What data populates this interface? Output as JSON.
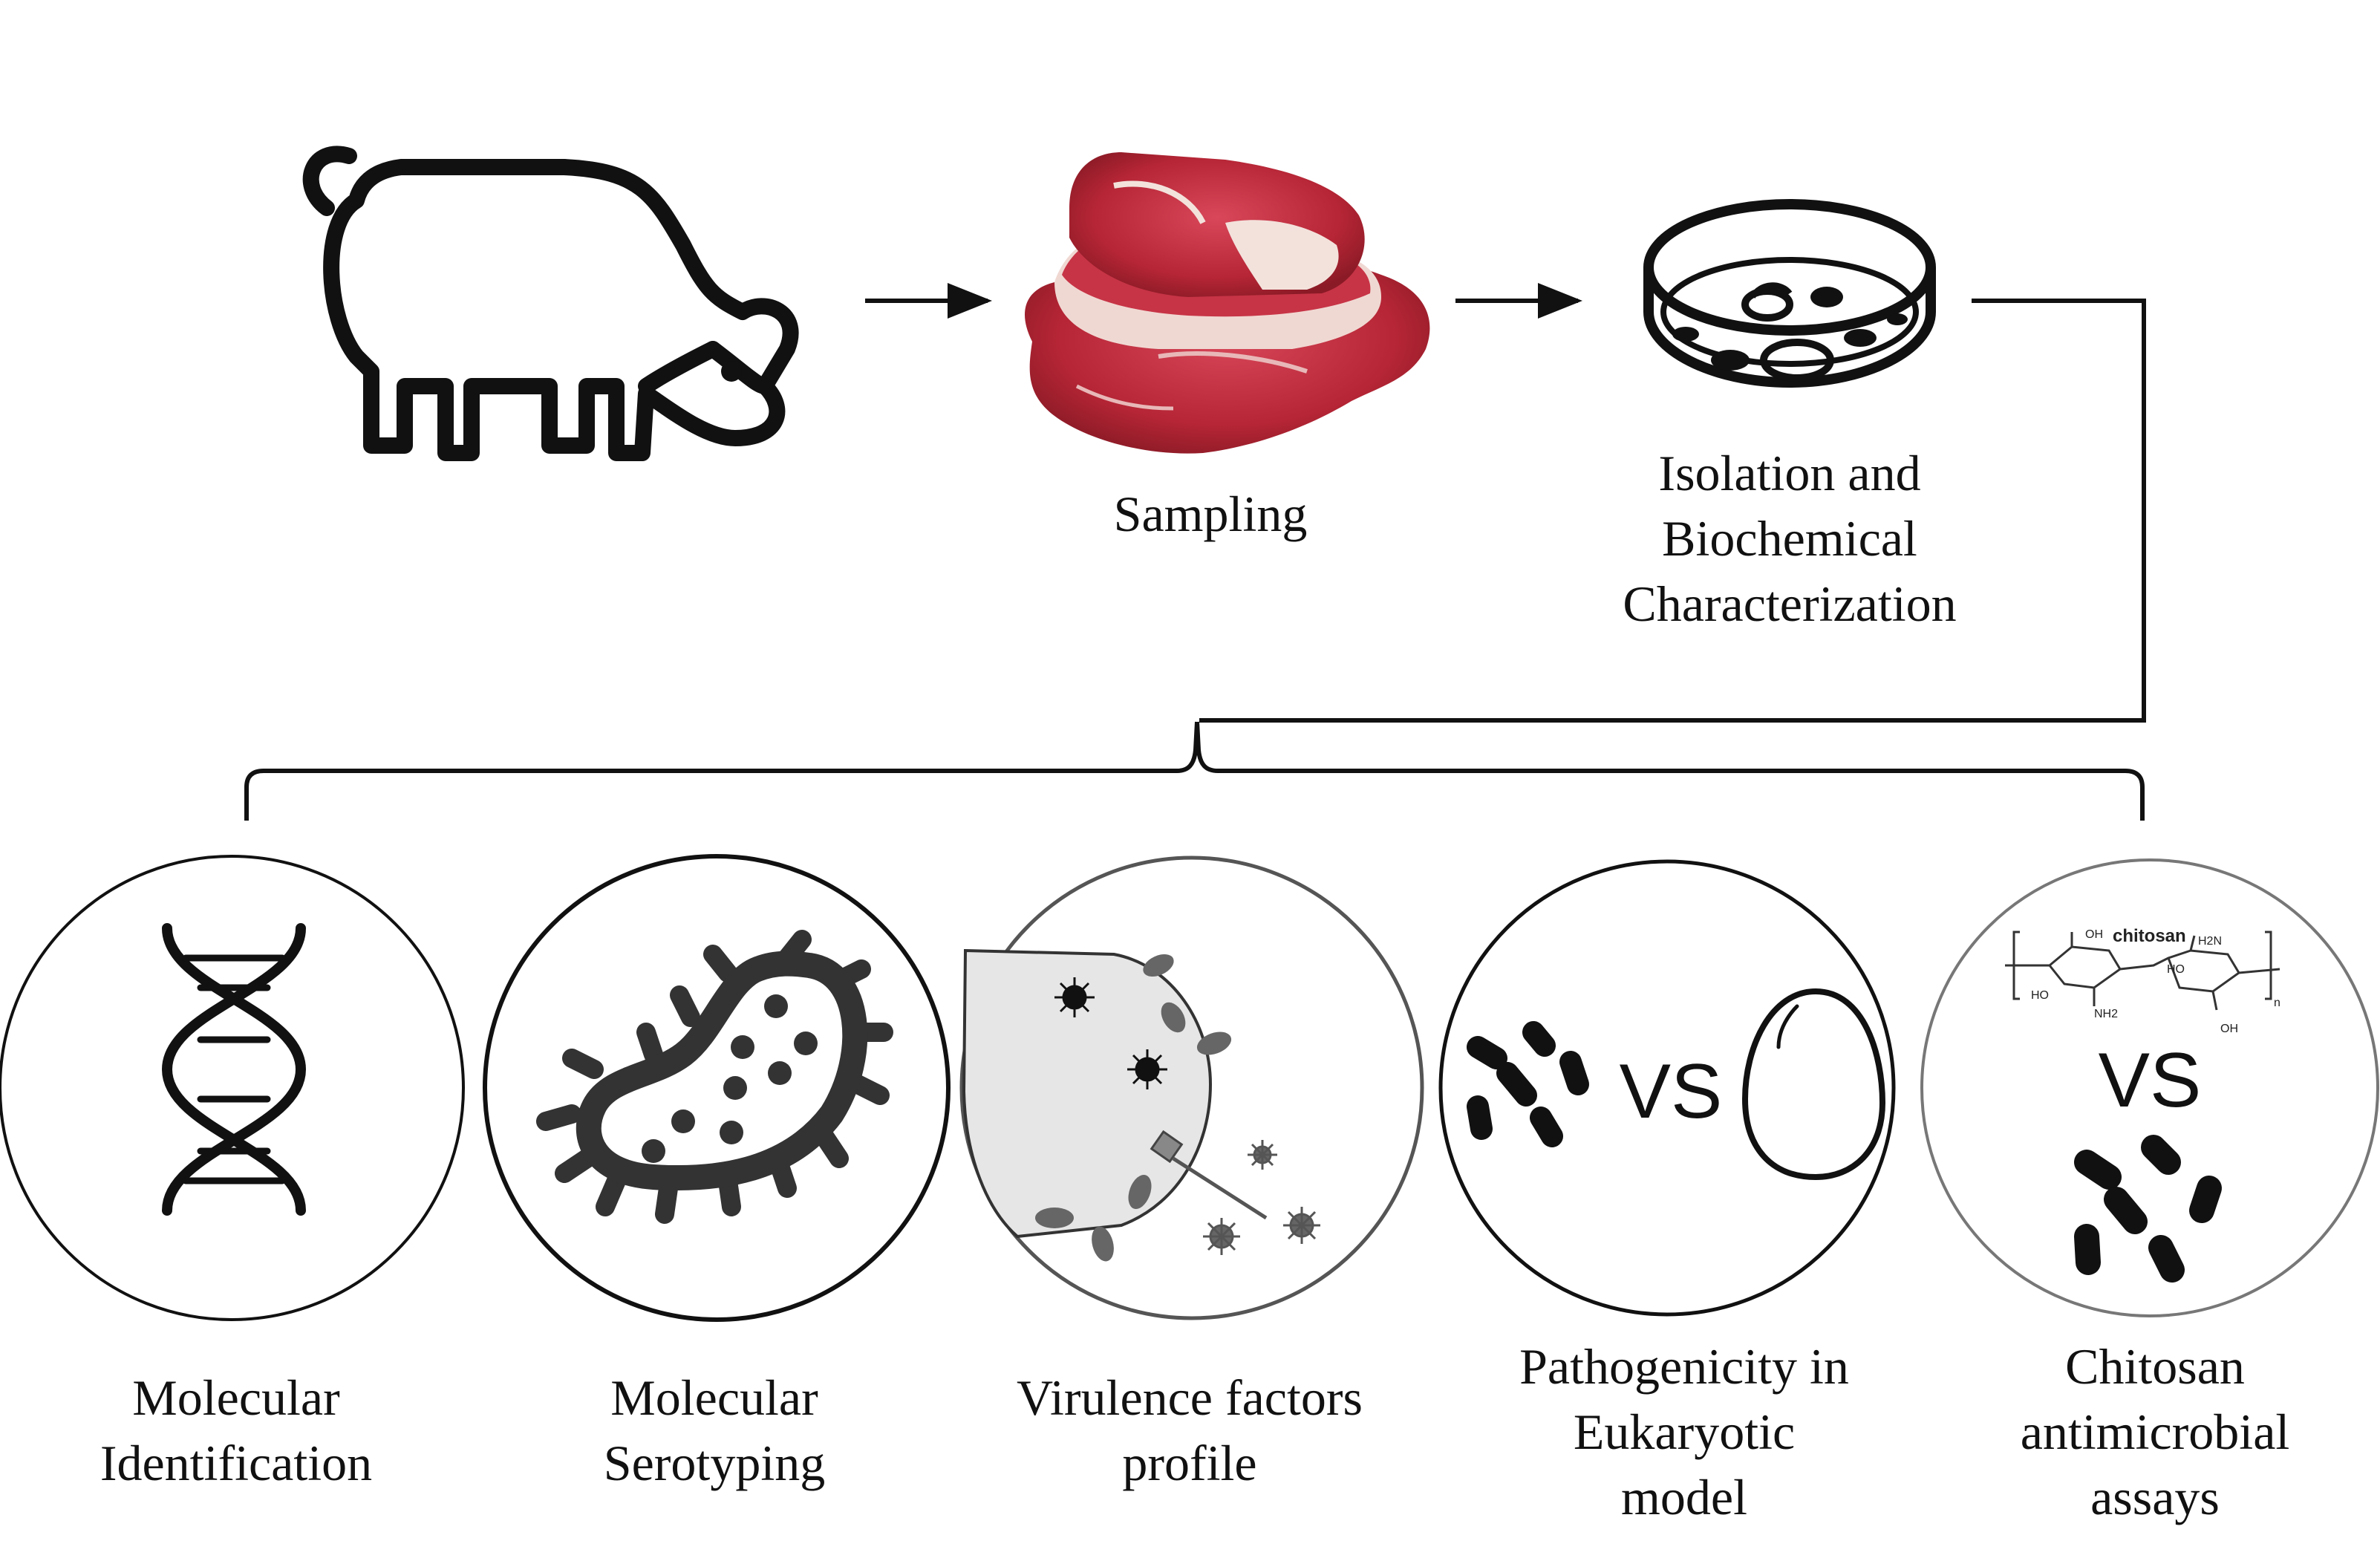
{
  "steps": {
    "sampling": "Sampling",
    "isolation_line1": "Isolation and",
    "isolation_line2": "Biochemical",
    "isolation_line3": "Characterization"
  },
  "analyses": [
    {
      "line1": "Molecular",
      "line2": "Identification",
      "icon": "dna-icon"
    },
    {
      "line1": "Molecular",
      "line2": "Serotyping",
      "icon": "bacterium-icon"
    },
    {
      "line1": "Virulence factors",
      "line2": "profile",
      "icon": "cell-infection-icon"
    },
    {
      "line1": "Pathogenicity in",
      "line2": "Eukaryotic",
      "line3": "model",
      "icon": "bacteria-vs-egg-icon"
    },
    {
      "line1": "Chitosan",
      "line2": "antimicrobial",
      "line3": "assays",
      "icon": "chitosan-vs-bacteria-icon"
    }
  ],
  "vs_text": "VS",
  "chitosan": {
    "title": "chitosan",
    "oh_top": "OH",
    "nh2_top": "H2N",
    "ho_left": "HO",
    "ho_mid": "HO",
    "nh2_bottom": "NH2",
    "oh_bottom": "OH",
    "repeat": "n"
  },
  "icons": [
    "pig-icon",
    "meat-icon",
    "petri-dish-icon"
  ]
}
